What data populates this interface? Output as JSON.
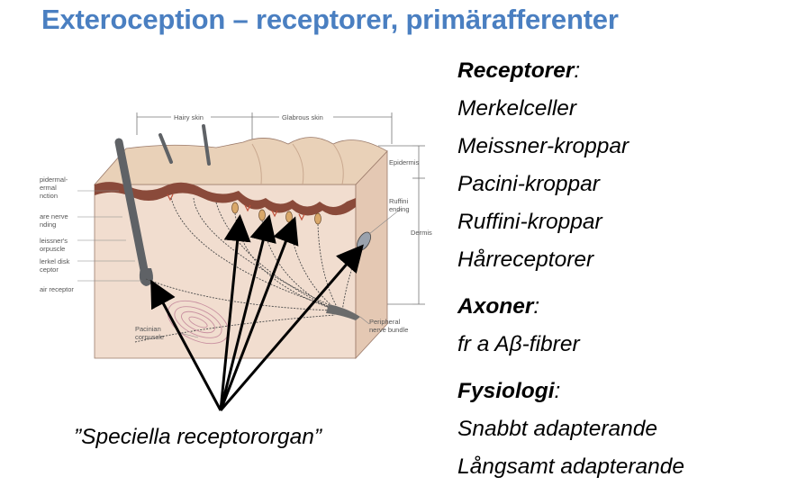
{
  "colors": {
    "title": "#4a7fc1",
    "skin_top": "#e9d1b8",
    "epidermis_dark": "#8a4a3a",
    "dermis": "#f1ddcf",
    "block_side": "#e4c8b3",
    "hair": "#5f6266",
    "nerve": "#4b4b4b",
    "arrow": "#000000"
  },
  "title": "Exteroception – receptorer, primärafferenter",
  "sections": {
    "receptorer_heading": "Receptorer",
    "receptorer_items": [
      "Merkelceller",
      "Meissner-kroppar",
      "Pacini-kroppar",
      "Ruffini-kroppar",
      "Hårreceptorer"
    ],
    "axoner_heading": "Axoner",
    "axoner_text": "fr a Aβ-fibrer",
    "fysiologi_heading": "Fysiologi",
    "fysiologi_items": [
      "Snabbt adapterande",
      "Långsamt adapterande"
    ]
  },
  "caption": "”Speciella receptororgan”",
  "diagram_labels": {
    "hairy_skin": "Hairy skin",
    "glabrous_skin": "Glabrous skin",
    "epidermis": "Epidermis",
    "dermis": "Dermis",
    "epidermal_junction_1": "pidermal-",
    "epidermal_junction_2": "ermal",
    "epidermal_junction_3": "nction",
    "free_nerve_1": "are nerve",
    "free_nerve_2": "nding",
    "meissner_1": "leissner's",
    "meissner_2": "orpuscle",
    "merkel_1": "lerkel disk",
    "merkel_2": "ceptor",
    "hair_receptor": "air receptor",
    "ruffini_1": "Ruffini",
    "ruffini_2": "ending",
    "pacinian_1": "Pacinian",
    "pacinian_2": "corpuscle",
    "peripheral_1": "Peripheral",
    "peripheral_2": "nerve bundle"
  }
}
